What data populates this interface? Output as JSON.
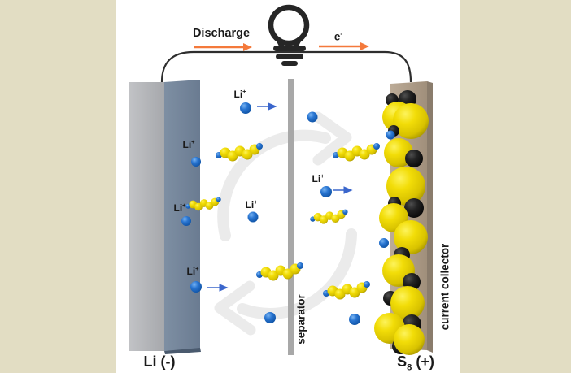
{
  "labels": {
    "discharge": "Discharge",
    "electron_symbol": "e",
    "electron_sup": "-",
    "li_ion_symbol": "Li",
    "li_ion_sup": "+",
    "separator": "separator",
    "current_collector": "current collector",
    "anode_symbol": "Li",
    "anode_charge": "(-)",
    "cathode_symbol": "S",
    "cathode_sub": "8",
    "cathode_charge": "(+)"
  },
  "colors": {
    "frame": "#e2ddc3",
    "panel": "#ffffff",
    "anode_front": "#b2b3b6",
    "anode_side": "#75869c",
    "separator_bar": "#a8a8a8",
    "collector_front": "#b3a28e",
    "collector_edge": "#8a7c6c",
    "sulfur_sphere": "#f2dc07",
    "carbon_sphere": "#1c1c1c",
    "lithium_ion": "#2a76d2",
    "orange_arrow": "#f4793b",
    "blue_arrow": "#3a66cc",
    "cycle_arrow": "#ebebeb",
    "wire": "#2e2e2e",
    "text": "#1a1a1a"
  }
}
